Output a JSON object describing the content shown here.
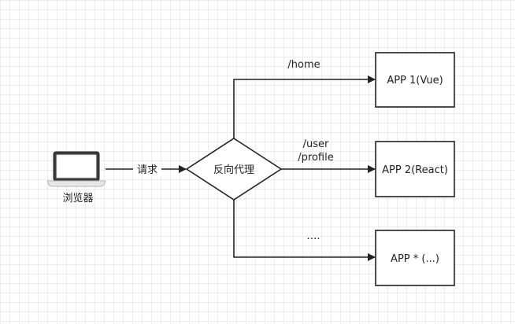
{
  "diagram": {
    "client": {
      "label": "浏览器",
      "icon": "laptop-icon"
    },
    "request_edge": {
      "label": "请求"
    },
    "proxy": {
      "label": "反向代理"
    },
    "apps": [
      {
        "label": "APP 1(Vue)",
        "route_lines": [
          "/home"
        ]
      },
      {
        "label": "APP 2(React)",
        "route_lines": [
          "/user",
          "/profile"
        ]
      },
      {
        "label": "APP * (...)",
        "route_lines": [
          "…."
        ]
      }
    ],
    "colors": {
      "stroke": "#222222",
      "grid": "#ececec",
      "background": "#ffffff"
    }
  }
}
